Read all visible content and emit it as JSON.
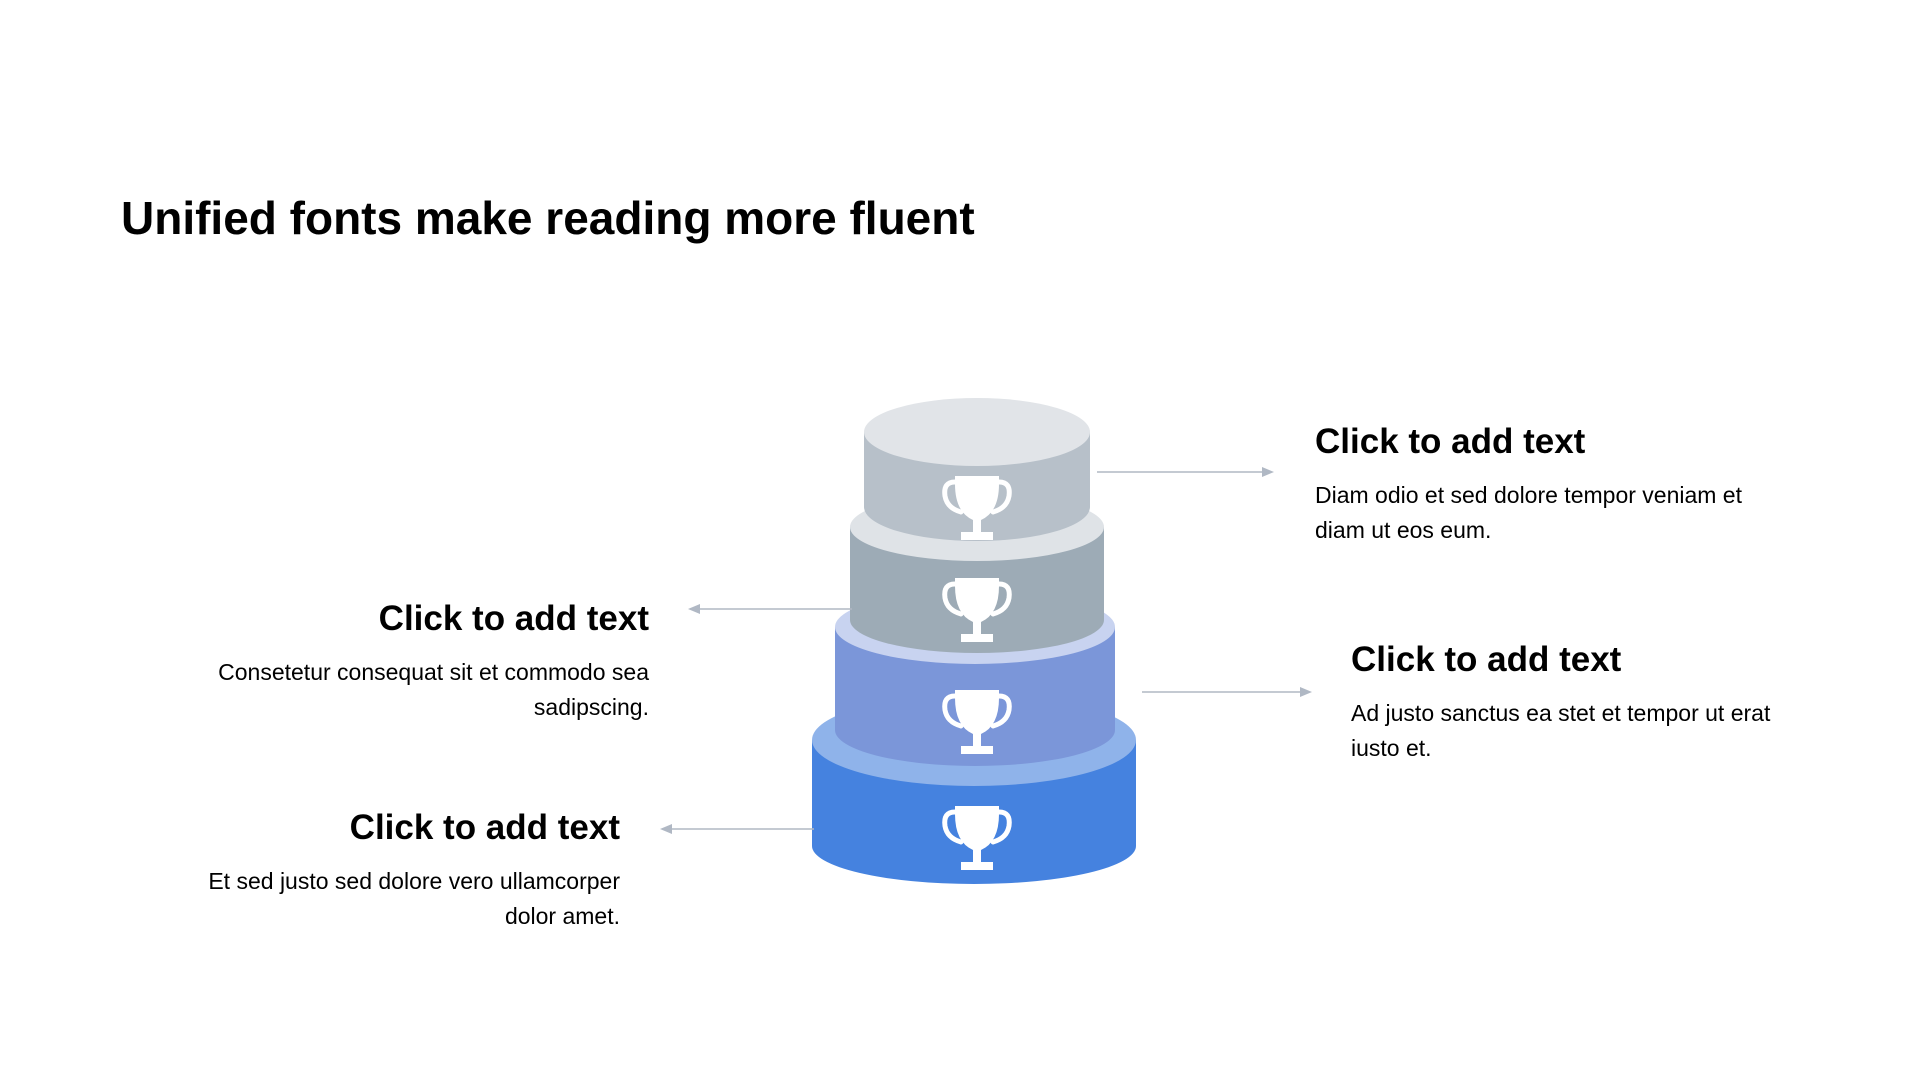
{
  "title": "Unified fonts make reading more fluent",
  "colors": {
    "tier1_top": "#e1e4e8",
    "tier1_side": "#b7c0c9",
    "tier2_top": "#dfe3e7",
    "tier2_side": "#9dabb6",
    "tier3_top": "#c8d3f0",
    "tier3_side": "#7b96d9",
    "tier4_top": "#8fb3ea",
    "tier4_side": "#4582df",
    "connector": "#b0b8c4",
    "icon": "#ffffff"
  },
  "tiers": [
    {
      "icon": "trophy-icon"
    },
    {
      "icon": "trophy-icon"
    },
    {
      "icon": "trophy-icon"
    },
    {
      "icon": "trophy-icon"
    }
  ],
  "callouts": [
    {
      "heading": "Click to add text",
      "body": "Diam odio et sed dolore tempor veniam et diam ut eos eum."
    },
    {
      "heading": "Click to add text",
      "body": "Consetetur consequat sit et commodo sea sadipscing."
    },
    {
      "heading": "Click to add text",
      "body": "Ad justo sanctus ea stet et tempor ut erat iusto et."
    },
    {
      "heading": "Click to add text",
      "body": "Et sed justo sed dolore vero ullamcorper dolor amet."
    }
  ]
}
